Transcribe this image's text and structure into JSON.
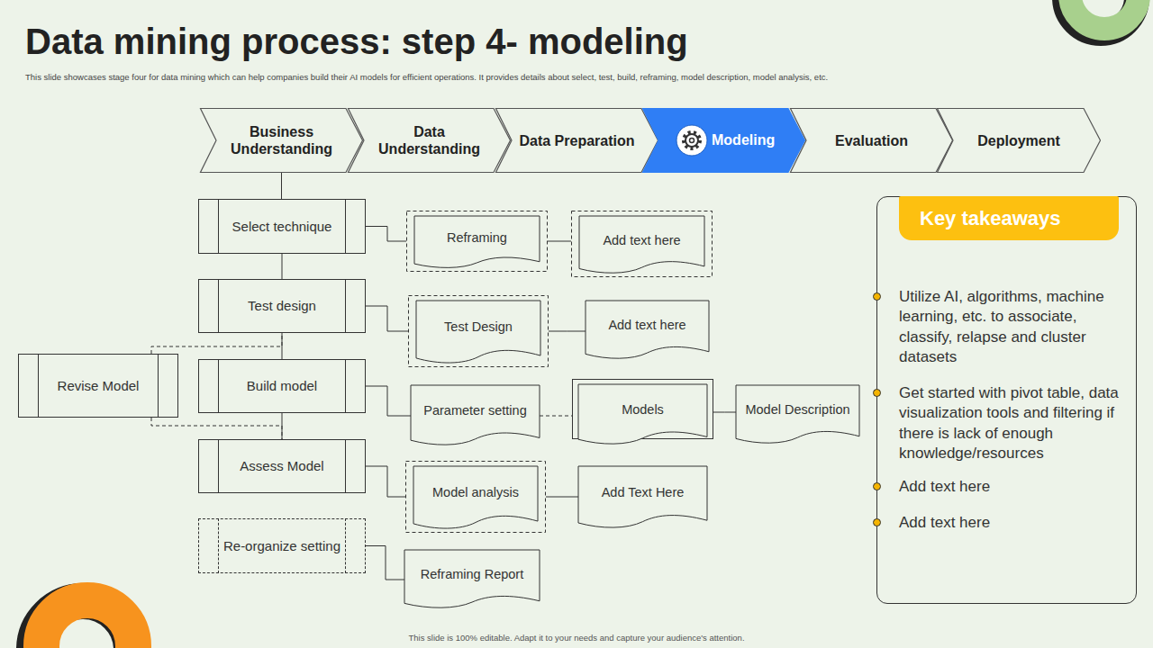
{
  "diagram": {
    "title": "Data mining process: step 4- modeling",
    "nodes": [
      {
        "text": [
          "Business Understanding"
        ]
      },
      {
        "text": [
          "Data Understanding"
        ]
      },
      {
        "text": [
          "Data Preparation"
        ]
      },
      {
        "text": [
          "Modeling"
        ]
      },
      {
        "text": [
          "Evaluation"
        ]
      },
      {
        "text": [
          "Deployment"
        ]
      },
      {
        "text": [
          "Select technique"
        ]
      },
      {
        "text": [
          "Reframing"
        ]
      },
      {
        "text": [
          "Add text here"
        ]
      },
      {
        "text": [
          "Test design"
        ]
      },
      {
        "text": [
          "Test Design"
        ]
      },
      {
        "text": [
          "Add text here"
        ]
      },
      {
        "text": [
          "Revise Model"
        ]
      },
      {
        "text": [
          "Build model"
        ]
      },
      {
        "text": [
          "Parameter setting"
        ]
      },
      {
        "text": [
          "Models"
        ]
      },
      {
        "text": [
          "Model Description"
        ]
      },
      {
        "text": [
          "Assess Model"
        ]
      },
      {
        "text": [
          "Model analysis"
        ]
      },
      {
        "text": [
          "Add Text Here"
        ]
      },
      {
        "text": [
          "Re-organize setting"
        ]
      },
      {
        "text": [
          "Reframing Report"
        ]
      },
      {
        "text": [
          "Key takeaways",
          "Utilize AI, algorithms, machine learning, etc. to associate, classify, relapse and cluster datasets",
          "Get started with pivot table, data visualization tools and filtering if there is lack of enough knowledge/resources",
          "Add text here",
          "Add text here"
        ]
      }
    ],
    "edges": [
      {
        "from": 0,
        "to": 6,
        "arrow": "none"
      },
      {
        "from": 6,
        "to": 9,
        "arrow": "none"
      },
      {
        "from": 9,
        "to": 13,
        "arrow": "none"
      },
      {
        "from": 13,
        "to": 17,
        "arrow": "none"
      },
      {
        "from": 6,
        "to": 7,
        "arrow": "none"
      },
      {
        "from": 7,
        "to": 8,
        "arrow": "none"
      },
      {
        "from": 9,
        "to": 10,
        "arrow": "none"
      },
      {
        "from": 10,
        "to": 11,
        "arrow": "none"
      },
      {
        "from": 13,
        "to": 14,
        "arrow": "none"
      },
      {
        "from": 14,
        "to": 15,
        "arrow": "none"
      },
      {
        "from": 15,
        "to": 16,
        "arrow": "none"
      },
      {
        "from": 17,
        "to": 18,
        "arrow": "none"
      },
      {
        "from": 18,
        "to": 19,
        "arrow": "none"
      },
      {
        "from": 20,
        "to": 21,
        "arrow": "none"
      },
      {
        "from": 12,
        "to": 9,
        "arrow": "none"
      },
      {
        "from": 12,
        "to": 17,
        "arrow": "none"
      }
    ],
    "labels": [
      "This slide showcases stage four for data mining which can help companies build their AI models for efficient operations. It provides details about select, test, build, reframing, model description, model analysis, etc.",
      "This slide is 100% editable. Adapt it to your needs and capture your audience's attention."
    ]
  }
}
